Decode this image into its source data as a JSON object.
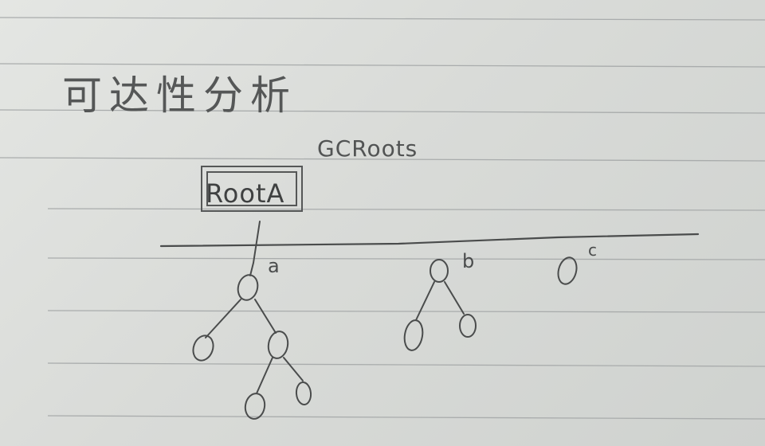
{
  "title": "可达性分析",
  "gc_roots_label": "GCRoots",
  "root_box_label": "RootA",
  "node_labels": {
    "a": "a",
    "b": "b",
    "c": "c"
  }
}
